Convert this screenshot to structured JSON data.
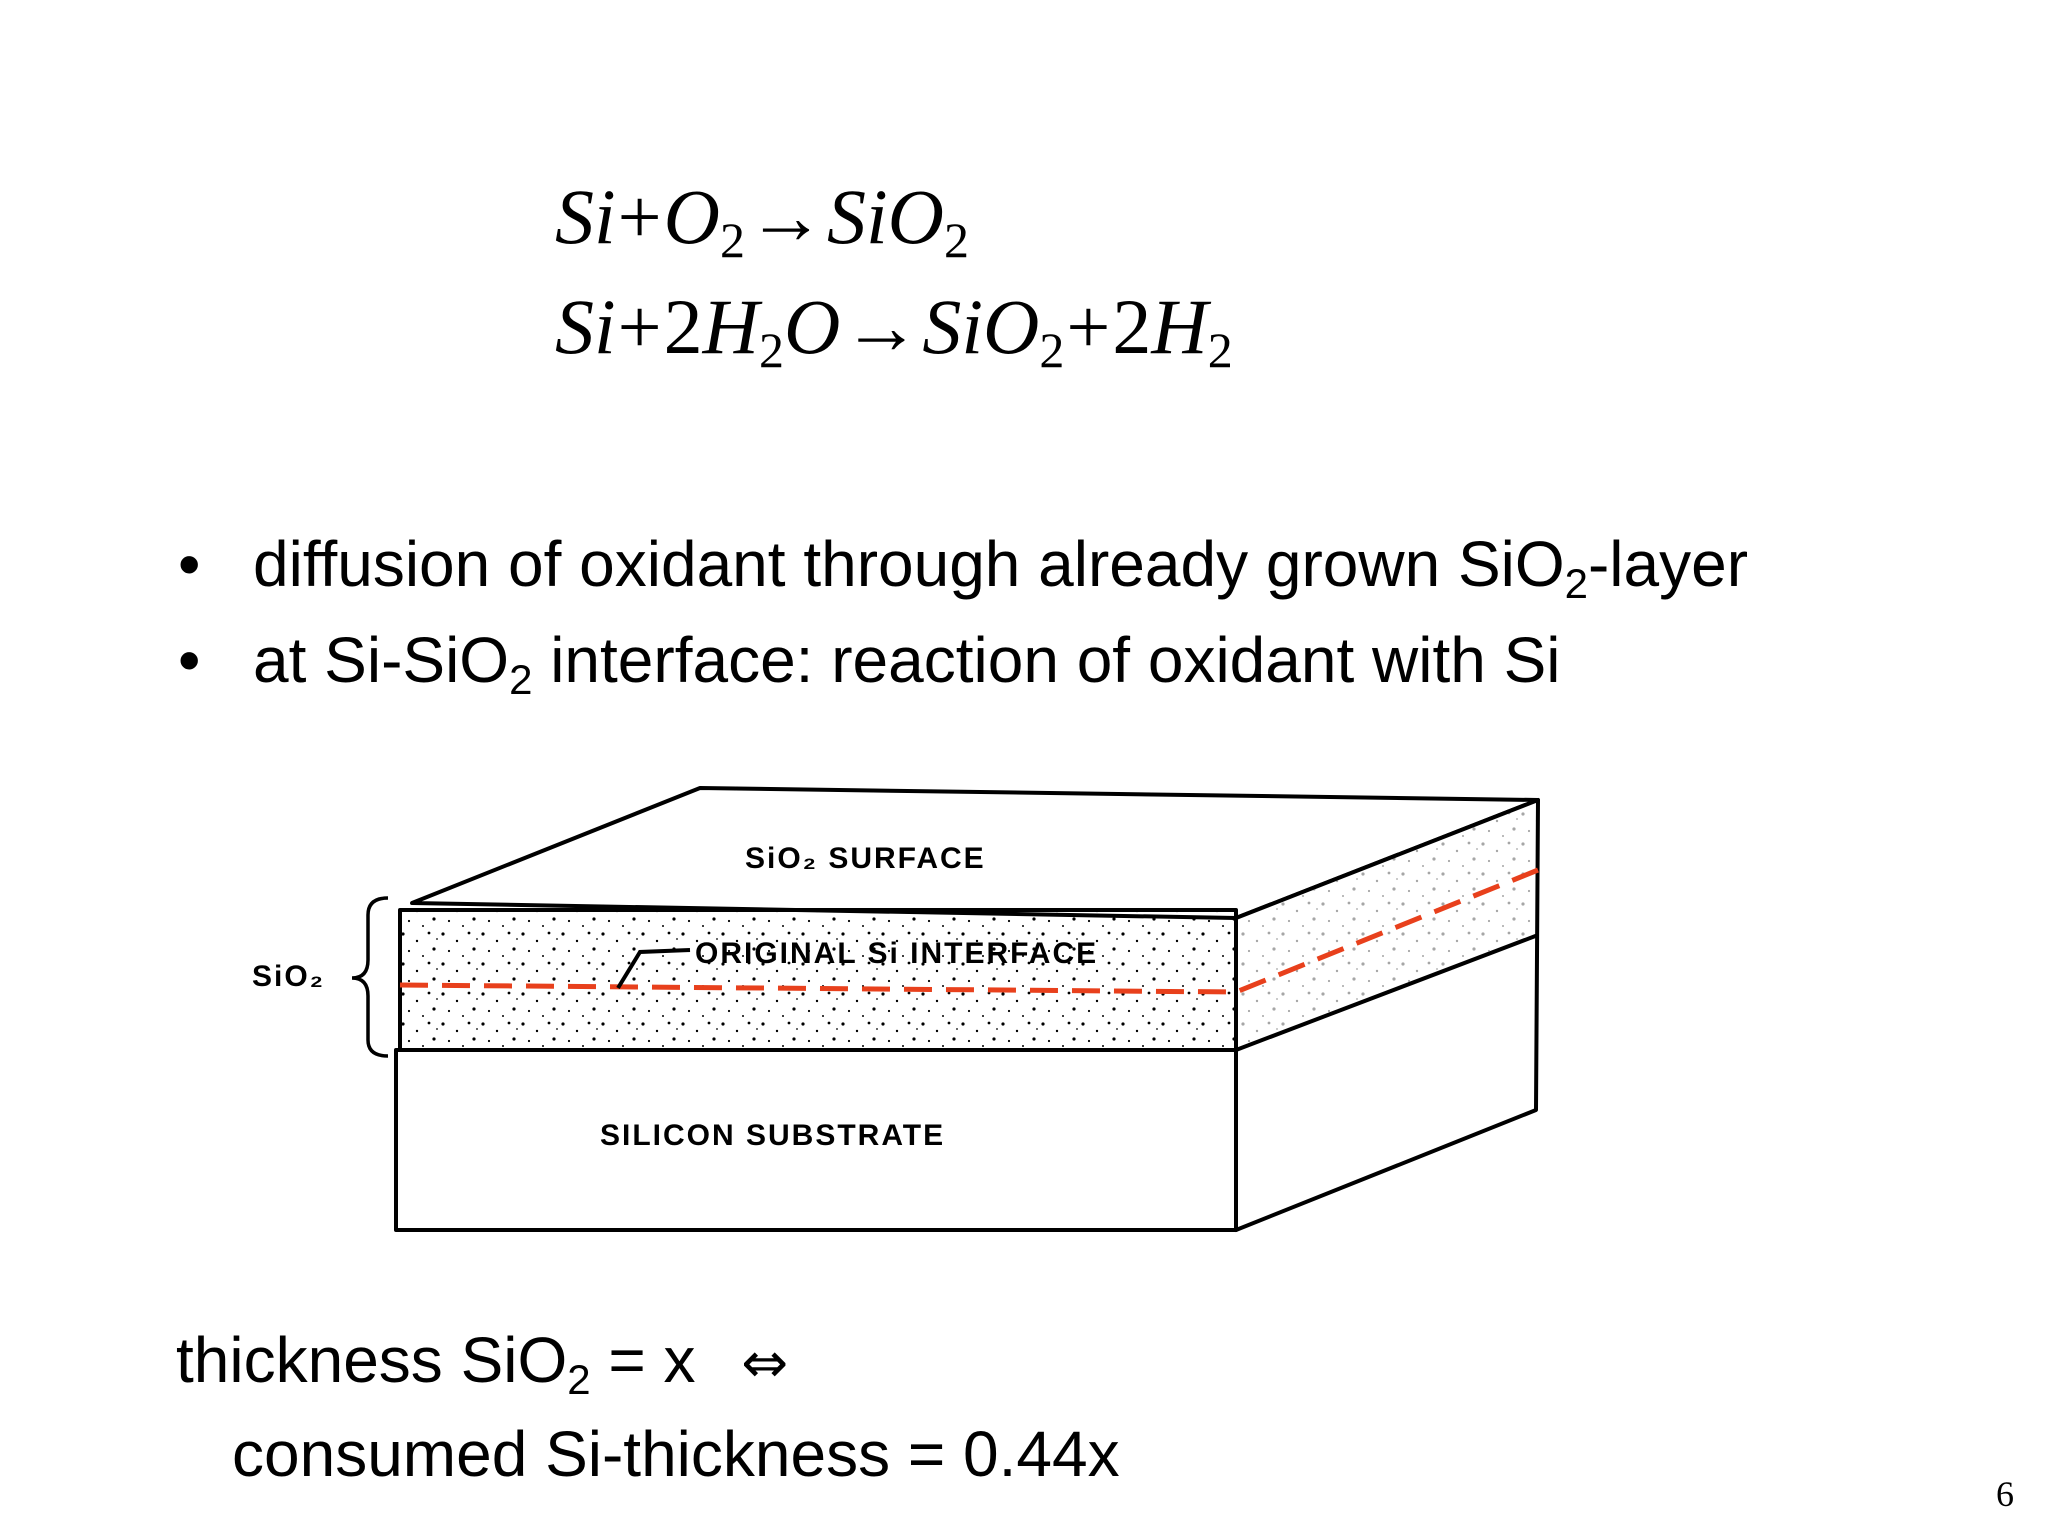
{
  "equations": {
    "eq1": {
      "t1": "Si",
      "op1": "+",
      "t2": "O",
      "s2": "2",
      "arrow": "→",
      "t3": "SiO",
      "s3": "2"
    },
    "eq2": {
      "t1": "Si",
      "op1": "+",
      "n1": "2",
      "t2": "H",
      "s2": "2",
      "t2b": "O",
      "arrow": "→",
      "t3": "SiO",
      "s3": "2",
      "op2": "+",
      "n2": "2",
      "t4": "H",
      "s4": "2"
    }
  },
  "bullets": [
    {
      "marker": "•",
      "pre": "diffusion of oxidant through already grown SiO",
      "sub": "2",
      "post": "-layer"
    },
    {
      "marker": "•",
      "pre": "at Si-SiO",
      "sub": "2",
      "post": " interface: reaction of oxidant with Si"
    }
  ],
  "diagram": {
    "top_label": "SiO₂ SURFACE",
    "interface_label": "ORIGINAL Si INTERFACE",
    "substrate_label": "SILICON SUBSTRATE",
    "side_label": "SiO₂",
    "interface_line_color": "#e8401c"
  },
  "thickness": {
    "line1_pre": "thickness SiO",
    "line1_sub": "2",
    "line1_post": " = x",
    "equiv": "⇔",
    "line2": "consumed Si-thickness = 0.44x"
  },
  "page_number": "6"
}
